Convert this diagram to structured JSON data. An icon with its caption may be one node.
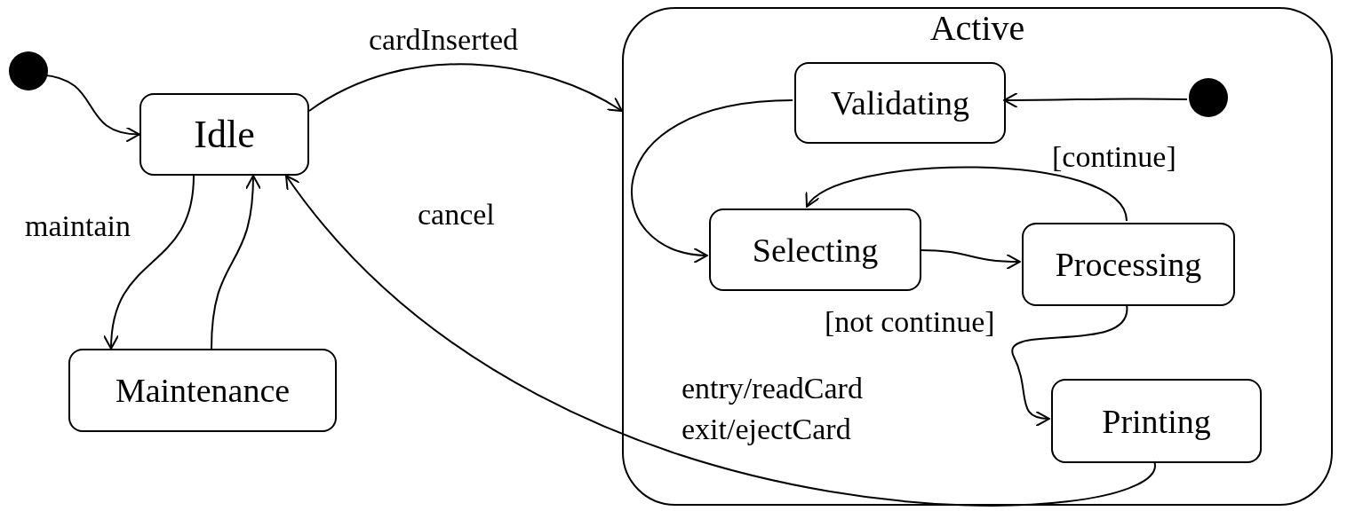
{
  "diagram": {
    "nodes": [
      {
        "text": [],
        "shape": "circle"
      },
      {
        "text": [
          "Idle"
        ]
      },
      {
        "text": [
          "Maintenance"
        ]
      },
      {
        "text": [
          "Active",
          "entry/readCard exit/ejectCard"
        ]
      },
      {
        "text": [
          "Validating"
        ],
        "in": 3
      },
      {
        "text": [],
        "shape": "circle",
        "in": 3
      },
      {
        "text": [
          "Selecting"
        ],
        "in": 3
      },
      {
        "text": [
          "Processing"
        ],
        "in": 3
      },
      {
        "text": [
          "Printing"
        ],
        "in": 3
      }
    ],
    "edges": [
      {
        "from": 0,
        "to": 1,
        "arrow": "to"
      },
      {
        "from": 1,
        "to": 3,
        "arrow": "to",
        "label": "cardInserted"
      },
      {
        "from": 1,
        "to": 2,
        "arrow": "to",
        "label": "maintain"
      },
      {
        "from": 2,
        "to": 1,
        "arrow": "to"
      },
      {
        "from": 5,
        "to": 4,
        "arrow": "to"
      },
      {
        "from": 4,
        "to": 6,
        "arrow": "to"
      },
      {
        "from": 6,
        "to": 7,
        "arrow": "to"
      },
      {
        "from": 7,
        "to": 6,
        "arrow": "to",
        "label": "[continue]"
      },
      {
        "from": 7,
        "to": 8,
        "arrow": "to",
        "label": "[not continue]"
      },
      {
        "from": 8,
        "to": 1,
        "arrow": "to",
        "label": "cancel"
      }
    ]
  }
}
